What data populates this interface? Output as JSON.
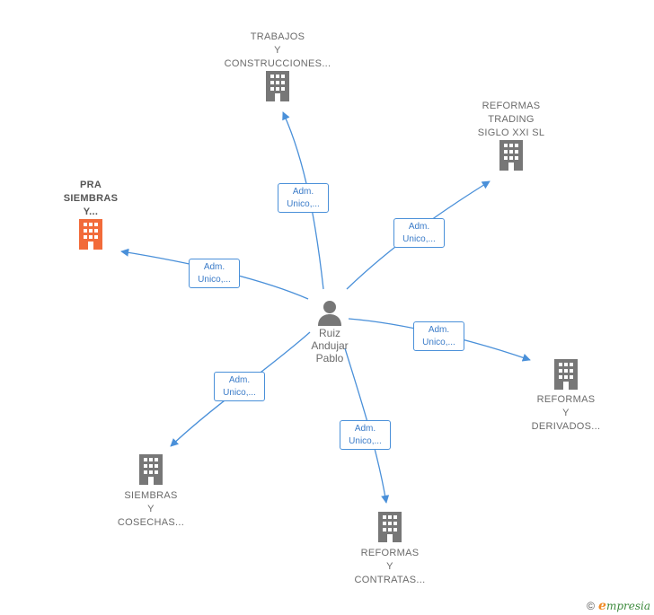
{
  "person": {
    "name": "Ruiz\nAndujar\nPablo",
    "icon": "person-icon"
  },
  "companies": [
    {
      "id": "trabajos",
      "name": "TRABAJOS\nY\nCONSTRUCCIONES...",
      "icon": "building-icon",
      "highlighted": false
    },
    {
      "id": "reformas_trading",
      "name": "REFORMAS\nTRADING\nSIGLO XXI  SL",
      "icon": "building-icon",
      "highlighted": false
    },
    {
      "id": "pra_siembras",
      "name": "PRA\nSIEMBRAS\nY...",
      "icon": "building-icon",
      "highlighted": true
    },
    {
      "id": "reformas_derivados",
      "name": "REFORMAS\nY\nDERIVADOS...",
      "icon": "building-icon",
      "highlighted": false
    },
    {
      "id": "siembras_cosechas",
      "name": "SIEMBRAS\nY\nCOSECHAS...",
      "icon": "building-icon",
      "highlighted": false
    },
    {
      "id": "reformas_contratas",
      "name": "REFORMAS\nY\nCONTRATAS...",
      "icon": "building-icon",
      "highlighted": false
    }
  ],
  "relations": [
    {
      "to": "trabajos",
      "role": "Adm.\nUnico,..."
    },
    {
      "to": "reformas_trading",
      "role": "Adm.\nUnico,..."
    },
    {
      "to": "pra_siembras",
      "role": "Adm.\nUnico,..."
    },
    {
      "to": "reformas_derivados",
      "role": "Adm.\nUnico,..."
    },
    {
      "to": "siembras_cosechas",
      "role": "Adm.\nUnico,..."
    },
    {
      "to": "reformas_contratas",
      "role": "Adm.\nUnico,..."
    }
  ],
  "colors": {
    "edge": "#4a90d9",
    "building": "#777777",
    "highlight": "#f26b3a",
    "role_text": "#3a7bc8"
  },
  "footer": {
    "copyright": "©",
    "brand_initial": "e",
    "brand_rest": "mpresia"
  }
}
